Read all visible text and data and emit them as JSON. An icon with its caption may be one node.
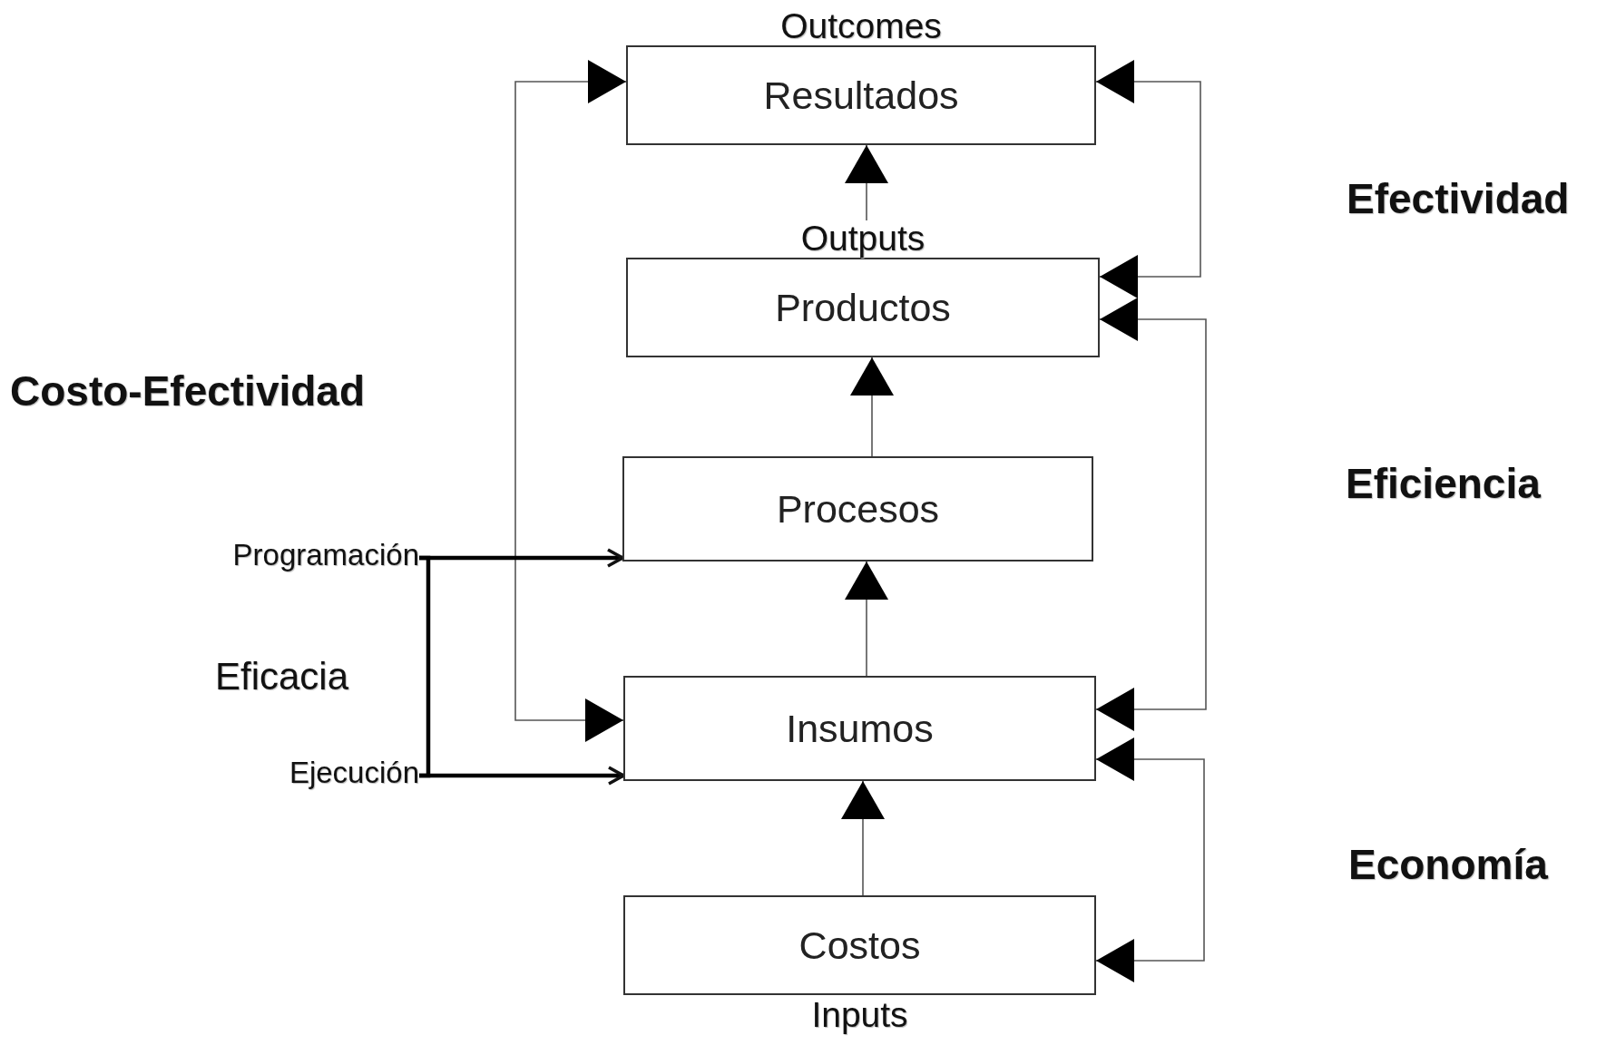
{
  "diagram": {
    "nodes": [
      {
        "text": [
          "Outcomes",
          "Resultados"
        ]
      },
      {
        "text": [
          "Outputs",
          "Productos"
        ]
      },
      {
        "text": [
          "Procesos"
        ]
      },
      {
        "text": [
          "Insumos"
        ]
      },
      {
        "text": [
          "Costos",
          "Inputs"
        ]
      },
      {
        "text": [
          "Programación"
        ]
      },
      {
        "text": [
          "Ejecución"
        ]
      }
    ],
    "edges": [
      {
        "from": 3,
        "to": 2,
        "arrow": "to"
      },
      {
        "from": 2,
        "to": 1,
        "arrow": "to"
      },
      {
        "from": 1,
        "to": 0,
        "arrow": "to"
      },
      {
        "from": 4,
        "to": 3,
        "arrow": "to"
      },
      {
        "from": 0,
        "to": 3,
        "arrow": "both"
      },
      {
        "from": 1,
        "to": 0,
        "arrow": "both"
      },
      {
        "from": 1,
        "to": 3,
        "arrow": "both"
      },
      {
        "from": 3,
        "to": 4,
        "arrow": "both"
      },
      {
        "from": 5,
        "to": 2,
        "arrow": "to",
        "style": "thick"
      },
      {
        "from": 6,
        "to": 3,
        "arrow": "to",
        "style": "thick"
      },
      {
        "from": 5,
        "to": 6,
        "arrow": "none",
        "style": "thick"
      }
    ],
    "labels": [
      "Efectividad",
      "Costo-Efectividad",
      "Eficiencia",
      "Eficacia",
      "Economía"
    ]
  }
}
